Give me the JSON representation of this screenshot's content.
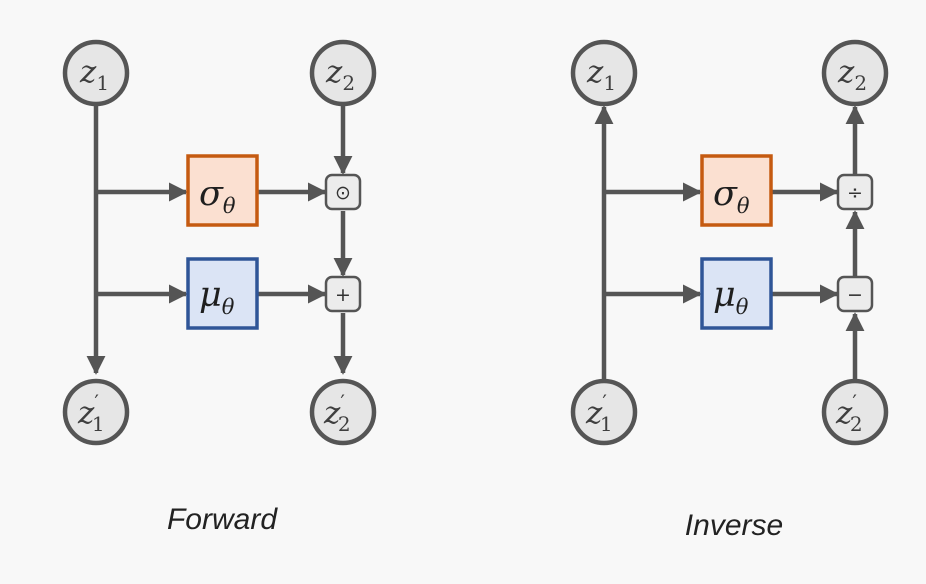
{
  "diagrams": {
    "forward": {
      "caption": "Forward",
      "z1": {
        "main": "z",
        "sub": "1",
        "prime": ""
      },
      "z2": {
        "main": "z",
        "sub": "2",
        "prime": ""
      },
      "z1p": {
        "main": "z",
        "sub": "1",
        "prime": "′"
      },
      "z2p": {
        "main": "z",
        "sub": "2",
        "prime": "′"
      },
      "sigma": {
        "main": "σ",
        "sub": "θ"
      },
      "mu": {
        "main": "μ",
        "sub": "θ"
      },
      "op_top": "⊙",
      "op_bottom": "+"
    },
    "inverse": {
      "caption": "Inverse",
      "z1": {
        "main": "z",
        "sub": "1",
        "prime": ""
      },
      "z2": {
        "main": "z",
        "sub": "2",
        "prime": ""
      },
      "z1p": {
        "main": "z",
        "sub": "1",
        "prime": "′"
      },
      "z2p": {
        "main": "z",
        "sub": "2",
        "prime": "′"
      },
      "sigma": {
        "main": "σ",
        "sub": "θ"
      },
      "mu": {
        "main": "μ",
        "sub": "θ"
      },
      "op_top": "÷",
      "op_bottom": "−"
    }
  },
  "colors": {
    "background": "#f8f8f8",
    "line": "#555555",
    "node_fill": "#e6e6e6",
    "node_stroke": "#555555",
    "sigma_fill": "#fbe0d1",
    "sigma_stroke": "#c55a11",
    "mu_fill": "#dbe4f5",
    "mu_stroke": "#2f5597",
    "op_fill": "#ececec",
    "op_stroke": "#555555"
  }
}
